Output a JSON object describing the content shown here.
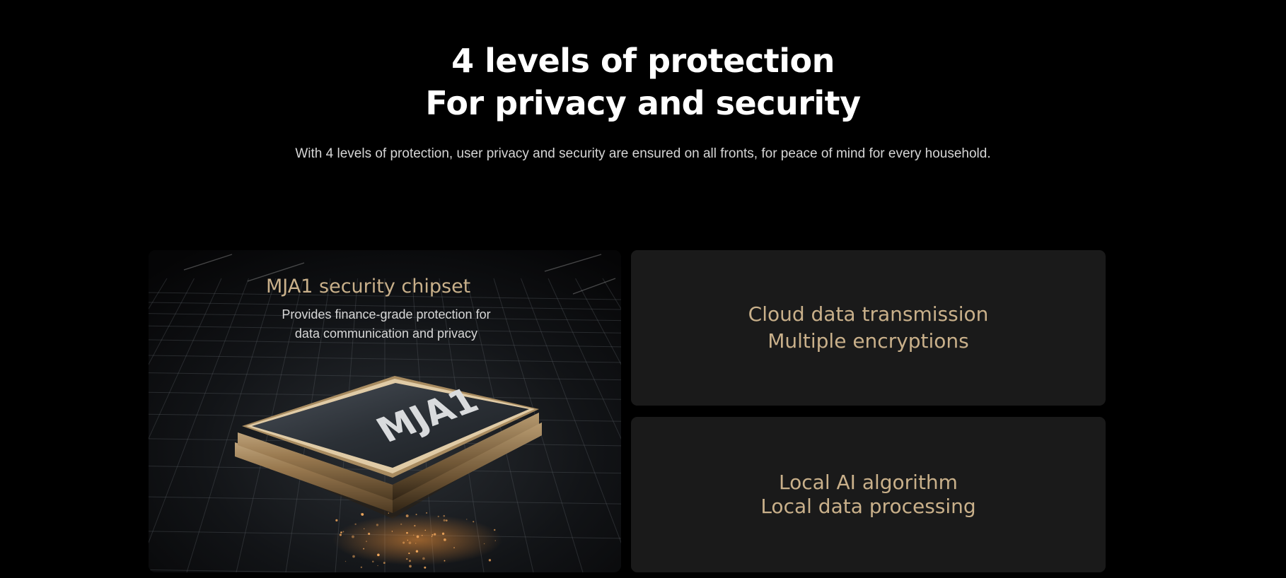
{
  "hero": {
    "title_line1": "4 levels of protection",
    "title_line2": "For privacy and security",
    "subtitle": "With 4 levels of protection, user privacy and security are ensured on all fronts, for peace of mind for every household."
  },
  "features": {
    "chipset": {
      "title": "MJA1 security chipset",
      "desc_line1": "Provides finance-grade protection for",
      "desc_line2": "data communication and privacy",
      "chip_label": "MJA1"
    },
    "cloud": {
      "line1": "Cloud data transmission",
      "line2": "Multiple encryptions"
    },
    "local": {
      "line1": "Local AI algorithm",
      "line2": "Local data processing"
    }
  },
  "colors": {
    "background": "#000000",
    "card": "#1a1a1a",
    "gold": "#c9b08a",
    "title": "#ffffff",
    "subtitle": "#d6d6d6"
  }
}
